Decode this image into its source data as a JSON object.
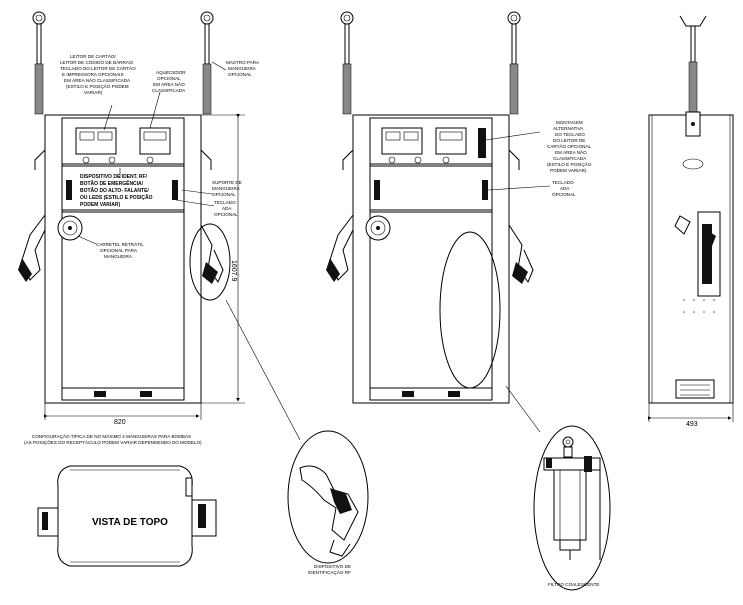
{
  "labels": {
    "leitor": [
      "LEITOR DE CARTÃO/",
      "LEITOR DE CÓDIGO DE BARRAS/",
      "TECLADO DO LEITOR DE CARTÃO",
      "E IMPRESSORA OPCIONAIS",
      "EM ÁREA NÃO CLASSIFICADA",
      "(ESTILO E POSIÇÃO PODEM",
      "VARIAR)"
    ],
    "aquecedor": [
      "AQUECEDOR",
      "OPCIONAL",
      "EM ÁREA NÃO",
      "CLASSIFICADA"
    ],
    "mastro": [
      "MASTRO PARA",
      "MANGUEIRA",
      "OPCIONAL"
    ],
    "dispositivo_ident": [
      "DISPOSITIVO DE IDENT. RF/",
      "BOTÃO DE EMERGÊNCIA/",
      "BOTÃO DO ALTO- FALANTE/",
      "OU LEDS (ESTILO E POSIÇÃO",
      "PODEM VARIAR)"
    ],
    "suporte": [
      "SUPORTE DE",
      "MANGUEIRA",
      "OPCIONAL"
    ],
    "teclado": [
      "TECLADO",
      "ADA",
      "OPCIONAL"
    ],
    "carretel": [
      "CARRETEL RETRÁTIL",
      "OPCIONAL PARA",
      "MANGUEIRA"
    ],
    "montagem": [
      "MONTAGEM",
      "ALTERNATIVA",
      "DO TECLADO",
      "DO LEITOR DE",
      "CARTÃO OPCIONAL",
      "EM ÁREA NÃO",
      "CLASSIFICADA",
      "(ESTILO E POSIÇÃO",
      "PODEM VARIAR)"
    ],
    "teclado_mid": [
      "TECLADO",
      "ADA",
      "OPCIONAL"
    ],
    "config": [
      "CONFIGURAÇÃO TÍPICA DE NO MÁXIMO 2 MANGUEIRAS PARA BOMBAS",
      "(AS POSIÇÕES DO RECEPTÁCULO PODEM VARIAR DEPENDENDO DO MODELO)"
    ],
    "vista_topo": "VISTA DE TOPO",
    "dispositivo_rf": [
      "DISPOSITIVO DE",
      "IDENTIFICAÇÃO RF"
    ],
    "filtro": "FILTRO COALESCENTE"
  },
  "dimensions": {
    "height": "1607.9",
    "width_front": "820",
    "width_side": "493"
  }
}
